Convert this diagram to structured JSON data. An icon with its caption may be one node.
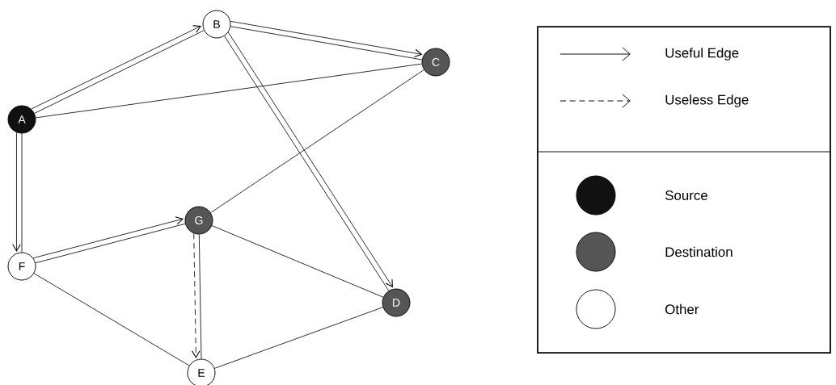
{
  "diagram": {
    "nodes": [
      {
        "text": [
          "A"
        ]
      },
      {
        "text": [
          "B"
        ]
      },
      {
        "text": [
          "C"
        ]
      },
      {
        "text": [
          "D"
        ]
      },
      {
        "text": [
          "E"
        ]
      },
      {
        "text": [
          "F"
        ]
      },
      {
        "text": [
          "G"
        ]
      }
    ],
    "edges": [
      {
        "from": 0,
        "to": 1,
        "arrow": "to"
      },
      {
        "from": 0,
        "to": 1,
        "arrow": "none"
      },
      {
        "from": 1,
        "to": 2,
        "arrow": "to"
      },
      {
        "from": 1,
        "to": 2,
        "arrow": "none"
      },
      {
        "from": 0,
        "to": 2,
        "arrow": "none"
      },
      {
        "from": 1,
        "to": 3,
        "arrow": "to"
      },
      {
        "from": 1,
        "to": 3,
        "arrow": "none"
      },
      {
        "from": 0,
        "to": 5,
        "arrow": "to"
      },
      {
        "from": 0,
        "to": 5,
        "arrow": "none"
      },
      {
        "from": 5,
        "to": 6,
        "arrow": "to"
      },
      {
        "from": 5,
        "to": 6,
        "arrow": "none"
      },
      {
        "from": 6,
        "to": 2,
        "arrow": "none"
      },
      {
        "from": 6,
        "to": 4,
        "arrow": "to",
        "style": "dashed"
      },
      {
        "from": 6,
        "to": 4,
        "arrow": "none"
      },
      {
        "from": 6,
        "to": 3,
        "arrow": "none"
      },
      {
        "from": 5,
        "to": 4,
        "arrow": "none"
      },
      {
        "from": 4,
        "to": 3,
        "arrow": "none"
      }
    ],
    "legend": [
      {
        "text": "Useful Edge"
      },
      {
        "text": "Useless Edge"
      },
      {
        "text": "Source",
        "color": "#111111"
      },
      {
        "text": "Destination",
        "color": "#555555"
      },
      {
        "text": "Other"
      }
    ]
  }
}
